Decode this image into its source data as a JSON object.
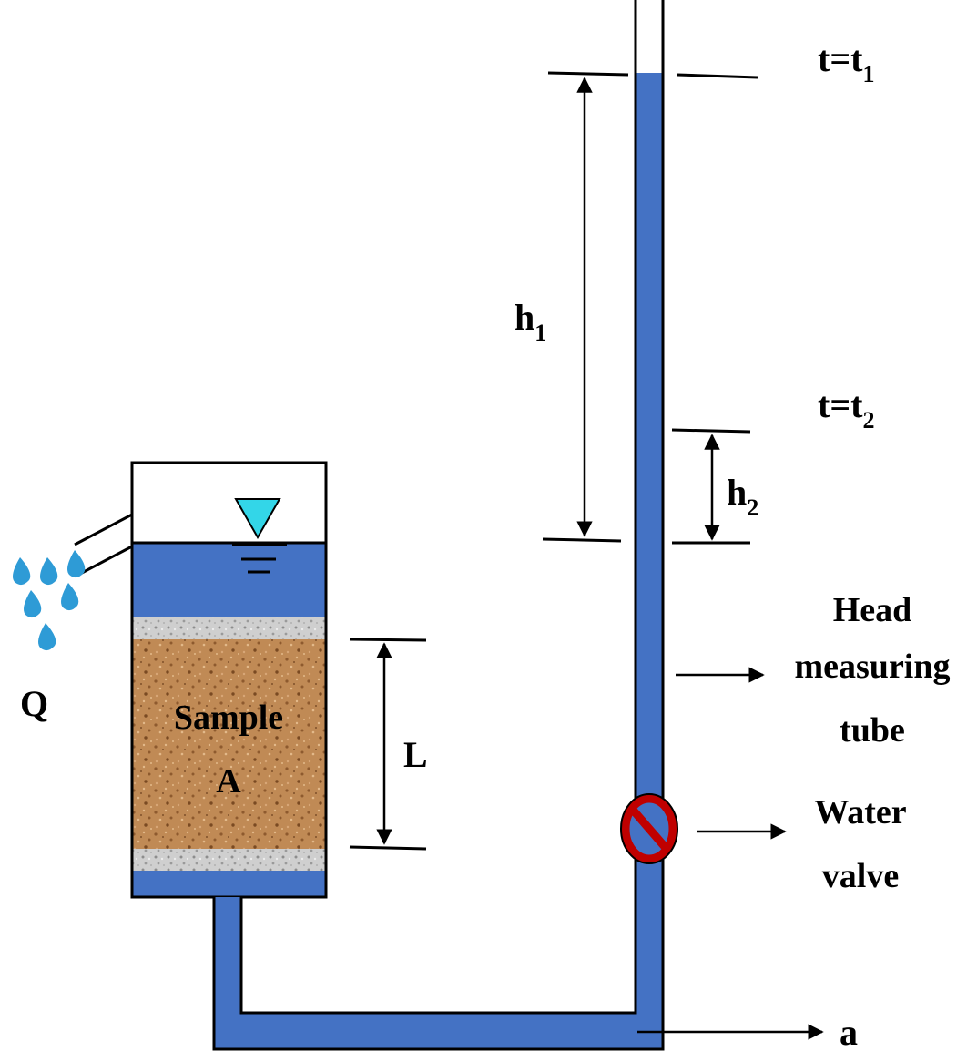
{
  "labels": {
    "t1_main": "t=t",
    "t1_sub": "1",
    "t2_main": "t=t",
    "t2_sub": "2",
    "h1_main": "h",
    "h1_sub": "1",
    "h2_main": "h",
    "h2_sub": "2",
    "head_line1": "Head",
    "head_line2": "measuring",
    "head_line3": "tube",
    "valve_line1": "Water",
    "valve_line2": "valve",
    "sample_line1": "Sample",
    "sample_line2": "A",
    "length": "L",
    "flow": "Q",
    "area": "a"
  },
  "colors": {
    "water": "#4472C4",
    "soil": "#C08A55",
    "porous_stone": "#C9C9C9",
    "water_level_marker": "#33D6E8",
    "valve_ring": "#C00000",
    "drops": "#2E9BD6",
    "outline": "#000000"
  },
  "icons": {
    "water_surface": "inverted-triangle-icon",
    "valve": "prohibition-sign-icon",
    "drops": "water-drop-icon"
  }
}
